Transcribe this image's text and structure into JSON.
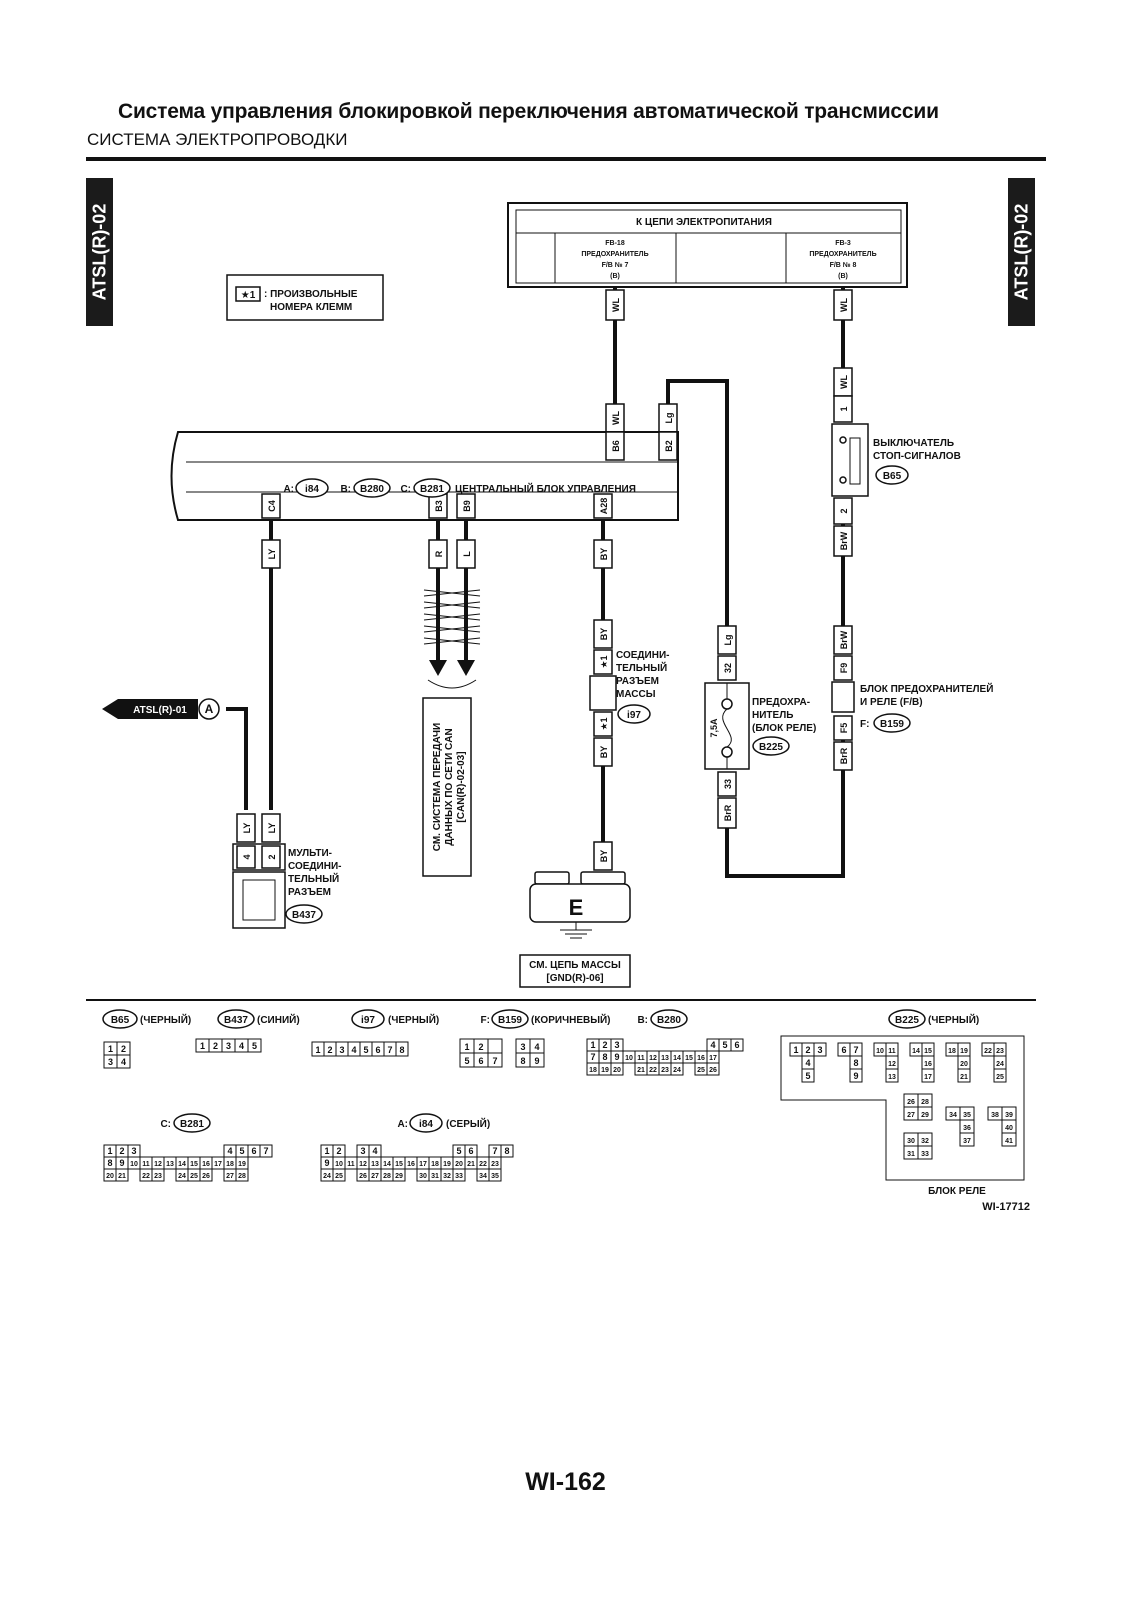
{
  "header": {
    "title": "Система управления блокировкой переключения автоматической трансмиссии",
    "subtitle": "СИСТЕМА ЭЛЕКТРОПРОВОДКИ",
    "side_tab_left": "ATSL(R)-02",
    "side_tab_right": "ATSL(R)-02"
  },
  "legend": {
    "symbol": "★1",
    "text_line1": ": ПРОИЗВОЛЬНЫЕ",
    "text_line2": "НОМЕРА КЛЕММ"
  },
  "power": {
    "title": "К ЦЕПИ ЭЛЕКТРОПИТАНИЯ",
    "fuse_left": [
      "FB-18",
      "ПРЕДОХРАНИТЕЛЬ",
      "F/B № 7",
      "(B)"
    ],
    "fuse_right": [
      "FB-3",
      "ПРЕДОХРАНИТЕЛЬ",
      "F/B № 8",
      "(B)"
    ]
  },
  "wires": {
    "wl": "WL",
    "lg": "Lg",
    "ly": "LY",
    "r": "R",
    "l": "L",
    "by": "BY",
    "brw": "BrW",
    "brr": "BrR"
  },
  "ecu": {
    "prefix_a": "A:",
    "conn_a": "i84",
    "prefix_b": "B:",
    "conn_b": "B280",
    "prefix_c": "C:",
    "conn_c": "B281",
    "name": "ЦЕНТРАЛЬНЫЙ БЛОК УПРАВЛЕНИЯ",
    "pin_b6": "B6",
    "pin_b2": "B2",
    "pin_c4": "C4",
    "pin_b3": "B3",
    "pin_b9": "B9",
    "pin_a28": "A28"
  },
  "stop_switch": {
    "name_line1": "ВЫКЛЮЧАТЕЛЬ",
    "name_line2": "СТОП-СИГНАЛОВ",
    "conn": "B65",
    "pin1": "1",
    "pin2": "2"
  },
  "ground_joint": {
    "name": [
      "СОЕДИНИ-",
      "ТЕЛЬНЫЙ",
      "РАЗЪЕМ",
      "МАССЫ"
    ],
    "conn": "i97",
    "pin": "★1"
  },
  "fuse_relay_box": {
    "name_line1": "БЛОК ПРЕДОХРАНИТЕЛЕЙ",
    "name_line2": "И РЕЛЕ (F/B)",
    "prefix": "F:",
    "conn": "B159",
    "pin_f9": "F9",
    "pin_f5": "F5"
  },
  "fuse_75a": {
    "rating": "7,5A",
    "name": [
      "ПРЕДОХРА-",
      "НИТЕЛЬ",
      "(БЛОК РЕЛЕ)"
    ],
    "conn": "B225",
    "pin32": "32",
    "pin33": "33"
  },
  "offpage": {
    "label": "ATSL(R)-01",
    "marker": "A"
  },
  "multi_connector": {
    "name": [
      "МУЛЬТИ-",
      "СОЕДИНИ-",
      "ТЕЛЬНЫЙ",
      "РАЗЪЕМ"
    ],
    "conn": "B437",
    "pin4": "4",
    "pin2": "2"
  },
  "can_ref": [
    "СМ. СИСТЕМА ПЕРЕДАЧИ",
    "ДАННЫХ ПО СЕТИ CAN",
    "[CAN(R)-02-03]"
  ],
  "ground": {
    "symbol": "E",
    "ref_line1": "СМ. ЦЕПЬ МАССЫ",
    "ref_line2": "[GND(R)-06]"
  },
  "connector_views": {
    "b65": {
      "conn": "B65",
      "desc": "(ЧЕРНЫЙ)"
    },
    "b437": {
      "conn": "B437",
      "desc": "(СИНИЙ)"
    },
    "i97": {
      "conn": "i97",
      "desc": "(ЧЕРНЫЙ)"
    },
    "b159": {
      "prefix": "F:",
      "conn": "B159",
      "desc": "(КОРИЧНЕВЫЙ)"
    },
    "b280": {
      "prefix": "B:",
      "conn": "B280"
    },
    "b225": {
      "conn": "B225",
      "desc": "(ЧЕРНЫЙ)",
      "caption": "БЛОК РЕЛЕ"
    },
    "b281": {
      "prefix": "C:",
      "conn": "B281"
    },
    "i84": {
      "prefix": "A:",
      "conn": "i84",
      "desc": "(СЕРЫЙ)"
    }
  },
  "figure_id": "WI-17712",
  "page_number": "WI-162"
}
